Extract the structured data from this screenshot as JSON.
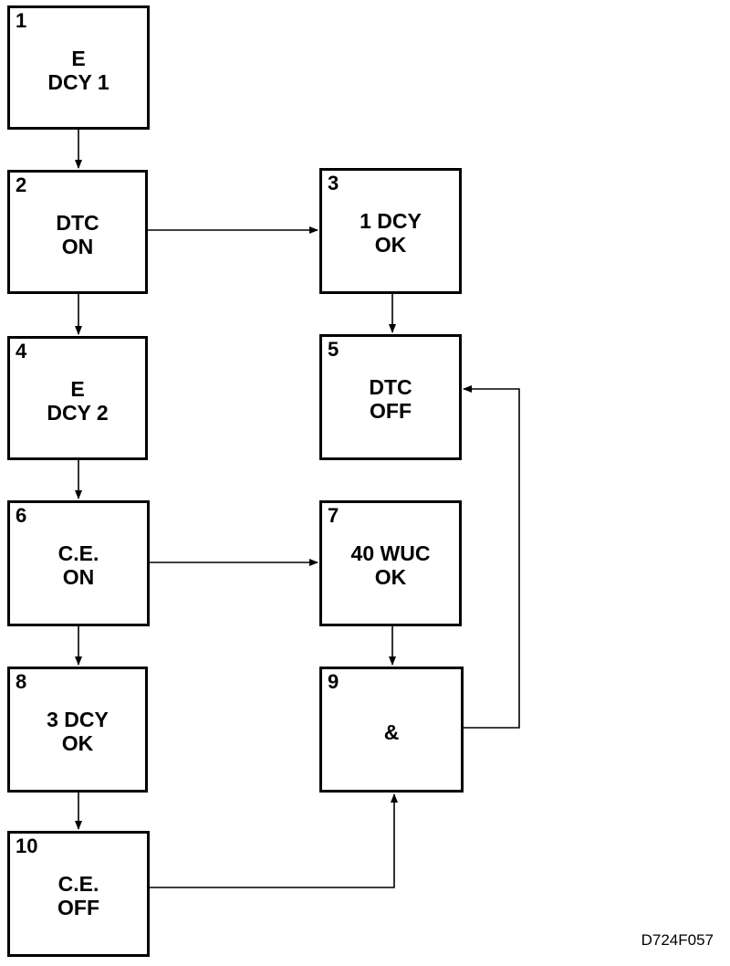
{
  "nodes": [
    {
      "id": "1",
      "line1": "E",
      "line2": "DCY 1"
    },
    {
      "id": "2",
      "line1": "DTC",
      "line2": "ON"
    },
    {
      "id": "3",
      "line1": "1 DCY",
      "line2": "OK"
    },
    {
      "id": "4",
      "line1": "E",
      "line2": "DCY 2"
    },
    {
      "id": "5",
      "line1": "DTC",
      "line2": "OFF"
    },
    {
      "id": "6",
      "line1": "C.E.",
      "line2": "ON"
    },
    {
      "id": "7",
      "line1": "40 WUC",
      "line2": "OK"
    },
    {
      "id": "8",
      "line1": "3 DCY",
      "line2": "OK"
    },
    {
      "id": "9",
      "line1": "&",
      "line2": ""
    },
    {
      "id": "10",
      "line1": "C.E.",
      "line2": "OFF"
    }
  ],
  "edges": [
    {
      "from": "1",
      "to": "2"
    },
    {
      "from": "2",
      "to": "3"
    },
    {
      "from": "2",
      "to": "4"
    },
    {
      "from": "3",
      "to": "5"
    },
    {
      "from": "4",
      "to": "6"
    },
    {
      "from": "6",
      "to": "7"
    },
    {
      "from": "6",
      "to": "8"
    },
    {
      "from": "7",
      "to": "9"
    },
    {
      "from": "8",
      "to": "10"
    },
    {
      "from": "10",
      "to": "9"
    },
    {
      "from": "9",
      "to": "5"
    }
  ],
  "figure_id": "D724F057"
}
